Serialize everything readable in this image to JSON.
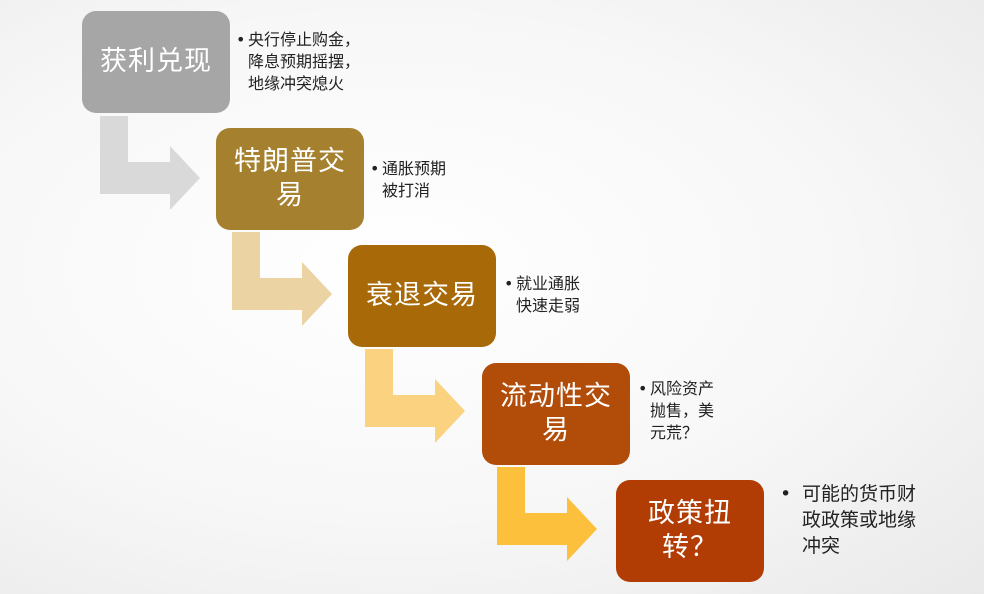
{
  "steps": [
    {
      "label": "获利兑现",
      "color": "#a6a6a6",
      "arrow_color": "#d9d9d9",
      "note": "央行停止购金，\n降息预期摇摆，\n地缘冲突熄火"
    },
    {
      "label": "特朗普交易",
      "color": "#a5812f",
      "arrow_color": "#ebd3a3",
      "note": "通胀预期\n被打消"
    },
    {
      "label": "衰退交易",
      "color": "#a86a08",
      "arrow_color": "#fbd280",
      "note": "就业通胀\n快速走弱"
    },
    {
      "label": "流动性交易",
      "color": "#b24d09",
      "arrow_color": "#fcc03d",
      "note": "风险资产\n抛售，美\n元荒？"
    },
    {
      "label": "政策扭转？",
      "color": "#b23d04",
      "note": "可能的货币财\n政政策或地缘\n冲突"
    }
  ],
  "bullet": "•"
}
